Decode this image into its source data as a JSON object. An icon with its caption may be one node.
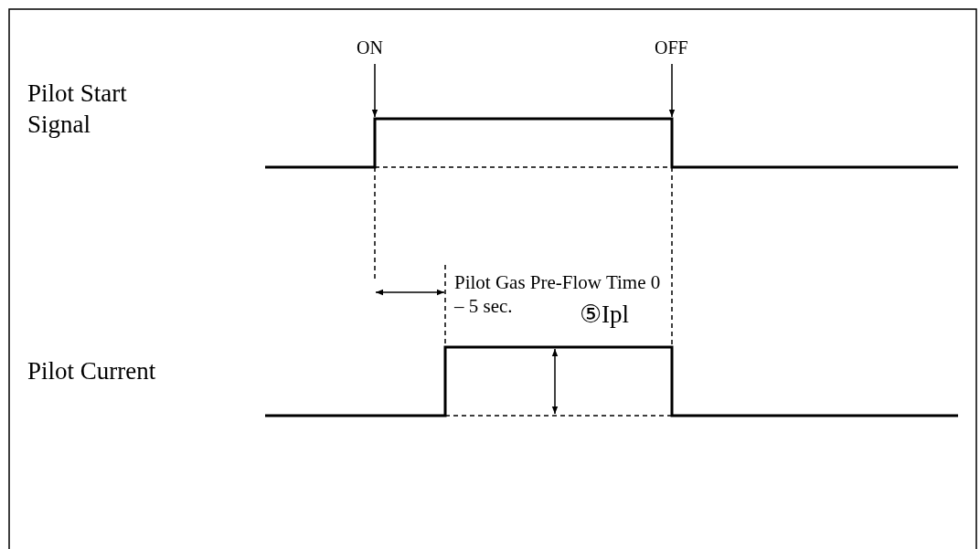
{
  "diagram": {
    "labels": [
      "ON",
      "OFF",
      "Pilot Start Signal",
      "Pilot Gas Pre-Flow Time 0 – 5 sec.",
      "Pilot Current",
      "⑤Ipl"
    ]
  }
}
